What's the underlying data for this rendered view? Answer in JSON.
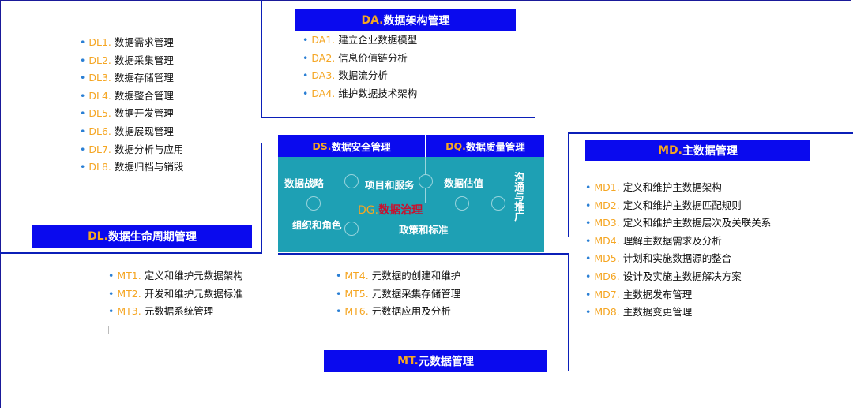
{
  "DL": {
    "banner_code": "DL.",
    "banner_title": " 数据生命周期管理",
    "items": [
      {
        "code": "DL1.",
        "text": "数据需求管理"
      },
      {
        "code": "DL2.",
        "text": "数据采集管理"
      },
      {
        "code": "DL3.",
        "text": "数据存储管理"
      },
      {
        "code": "DL4.",
        "text": "数据整合管理"
      },
      {
        "code": "DL5.",
        "text": "数据开发管理"
      },
      {
        "code": "DL6.",
        "text": "数据展现管理"
      },
      {
        "code": "DL7.",
        "text": "数据分析与应用"
      },
      {
        "code": "DL8.",
        "text": "数据归档与销毁"
      }
    ]
  },
  "DA": {
    "banner_code": "DA.",
    "banner_title": "数据架构管理",
    "items": [
      {
        "code": "DA1.",
        "text": "建立企业数据模型"
      },
      {
        "code": "DA2.",
        "text": "信息价值链分析"
      },
      {
        "code": "DA3.",
        "text": "数据流分析"
      },
      {
        "code": "DA4.",
        "text": "维护数据技术架构"
      }
    ]
  },
  "MD": {
    "banner_code": "MD.",
    "banner_title": "主数据管理",
    "items": [
      {
        "code": "MD1.",
        "text": "定义和维护主数据架构"
      },
      {
        "code": "MD2.",
        "text": "定义和维护主数据匹配规则"
      },
      {
        "code": "MD3.",
        "text": "定义和维护主数据层次及关联关系"
      },
      {
        "code": "MD4.",
        "text": "理解主数据需求及分析"
      },
      {
        "code": "MD5.",
        "text": "计划和实施数据源的整合"
      },
      {
        "code": "MD6.",
        "text": "设计及实施主数据解决方案"
      },
      {
        "code": "MD7.",
        "text": "主数据发布管理"
      },
      {
        "code": "MD8.",
        "text": "主数据变更管理"
      }
    ]
  },
  "MT": {
    "banner_code": "MT.",
    "banner_title": "元数据管理",
    "items_left": [
      {
        "code": "MT1.",
        "text": "定义和维护元数据架构"
      },
      {
        "code": "MT2.",
        "text": "开发和维护元数据标准"
      },
      {
        "code": "MT3.",
        "text": "元数据系统管理"
      }
    ],
    "items_right": [
      {
        "code": "MT4.",
        "text": "元数据的创建和维护"
      },
      {
        "code": "MT5.",
        "text": "元数据采集存储管理"
      },
      {
        "code": "MT6.",
        "text": "元数据应用及分析"
      }
    ]
  },
  "DS": {
    "code": "DS.",
    "title": " 数据安全管理"
  },
  "DQ": {
    "code": "DQ.",
    "title": "数据质量管理"
  },
  "DG": {
    "code": "DG.",
    "title": "数据治理"
  },
  "puzzle": {
    "strategy": "数据战略",
    "projects": "项目和服务",
    "valuation": "数据估值",
    "communication": "沟通与推广",
    "roles": "组织和角色",
    "policies": "政策和标准"
  },
  "bullet": "•",
  "colors": {
    "banner": "#0a0aee",
    "code": "#f5a623",
    "puzzle": "#1ea0b4",
    "center_text": "#c8102e",
    "line": "#0b1fb8"
  }
}
